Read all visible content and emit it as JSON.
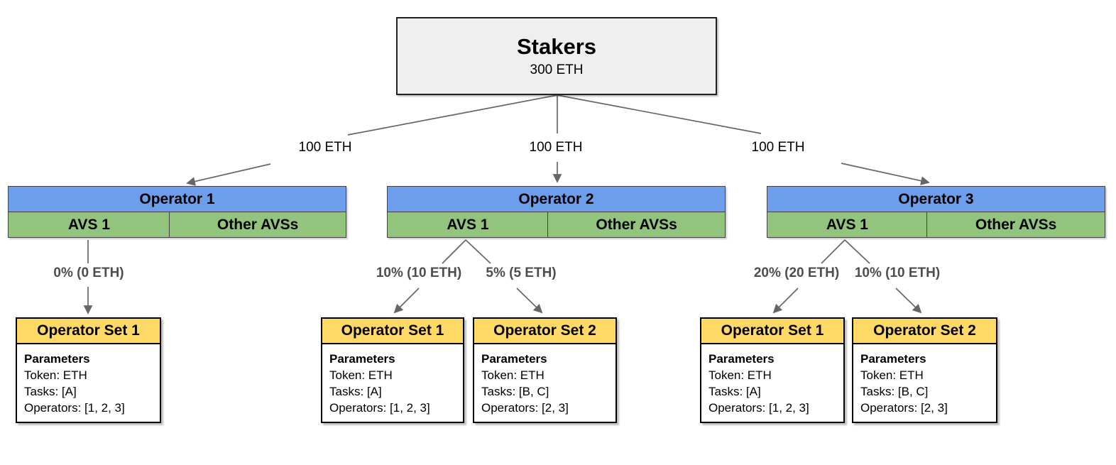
{
  "colors": {
    "operator_blue": "#6d9eeb",
    "avs_green": "#93c47d",
    "set_yellow": "#ffd966",
    "stakers_gray": "#efefef",
    "connector_gray": "#666666"
  },
  "stakers": {
    "title": "Stakers",
    "amount": "300 ETH"
  },
  "stake_edges": [
    {
      "label": "100 ETH"
    },
    {
      "label": "100 ETH"
    },
    {
      "label": "100 ETH"
    }
  ],
  "operators": [
    {
      "name": "Operator 1",
      "avs_label": "AVS 1",
      "other_avs_label": "Other AVSs",
      "allocations": [
        {
          "label": "0% (0 ETH)",
          "set": {
            "title": "Operator Set 1",
            "heading": "Parameters",
            "token": "Token: ETH",
            "tasks": "Tasks: [A]",
            "operators": "Operators: [1, 2, 3]"
          }
        }
      ]
    },
    {
      "name": "Operator 2",
      "avs_label": "AVS 1",
      "other_avs_label": "Other AVSs",
      "allocations": [
        {
          "label": "10% (10 ETH)",
          "set": {
            "title": "Operator Set 1",
            "heading": "Parameters",
            "token": "Token: ETH",
            "tasks": "Tasks: [A]",
            "operators": "Operators: [1, 2, 3]"
          }
        },
        {
          "label": "5% (5 ETH)",
          "set": {
            "title": "Operator Set 2",
            "heading": "Parameters",
            "token": "Token: ETH",
            "tasks": "Tasks: [B, C]",
            "operators": "Operators: [2, 3]"
          }
        }
      ]
    },
    {
      "name": "Operator 3",
      "avs_label": "AVS 1",
      "other_avs_label": "Other AVSs",
      "allocations": [
        {
          "label": "20% (20 ETH)",
          "set": {
            "title": "Operator Set 1",
            "heading": "Parameters",
            "token": "Token: ETH",
            "tasks": "Tasks: [A]",
            "operators": "Operators: [1, 2, 3]"
          }
        },
        {
          "label": "10% (10 ETH)",
          "set": {
            "title": "Operator Set 2",
            "heading": "Parameters",
            "token": "Token: ETH",
            "tasks": "Tasks: [B, C]",
            "operators": "Operators: [2, 3]"
          }
        }
      ]
    }
  ]
}
